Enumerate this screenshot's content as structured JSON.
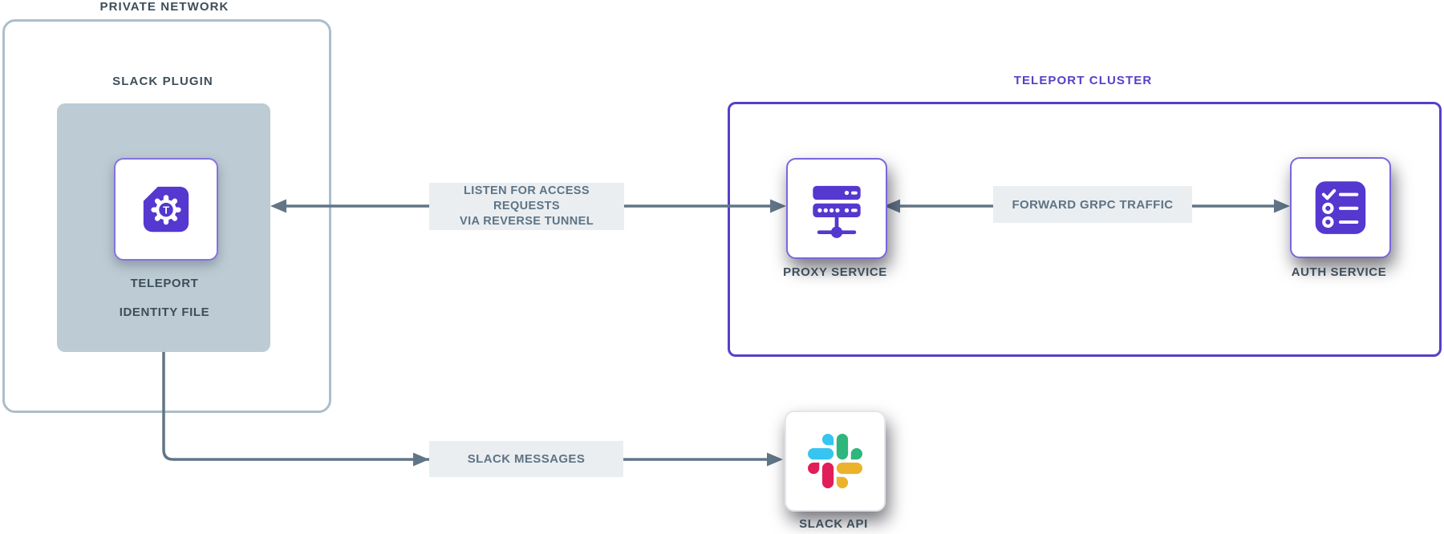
{
  "diagram": {
    "private_network": {
      "title": "PRIVATE NETWORK"
    },
    "slack_plugin": {
      "title": "SLACK PLUGIN",
      "identity_file": {
        "line1": "TELEPORT",
        "line2": "IDENTITY FILE",
        "glyph": "T"
      }
    },
    "teleport_cluster": {
      "title": "TELEPORT CLUSTER",
      "proxy_service": {
        "label": "PROXY SERVICE"
      },
      "auth_service": {
        "label": "AUTH SERVICE"
      }
    },
    "slack": {
      "label": "SLACK API"
    },
    "edges": {
      "reverse_tunnel": {
        "line1": "LISTEN FOR ACCESS REQUESTS",
        "line2": "VIA REVERSE TUNNEL"
      },
      "grpc": {
        "label": "FORWARD GRPC TRAFFIC"
      },
      "slack_messages": {
        "label": "SLACK MESSAGES"
      }
    },
    "colors": {
      "cluster_purple": "#5441c8",
      "icon_purple": "#5438cf",
      "arrow_gray": "#627587",
      "chip_bg": "#eaeef1",
      "chip_text": "#5e7385",
      "title_dark": "#3d4e5a",
      "plugin_box_fill": "#bdcbd4",
      "private_border": "#adbeca",
      "slack_blue": "#36C5F0",
      "slack_green": "#2EB67D",
      "slack_red": "#E01E5A",
      "slack_yellow": "#ECB22C"
    }
  }
}
